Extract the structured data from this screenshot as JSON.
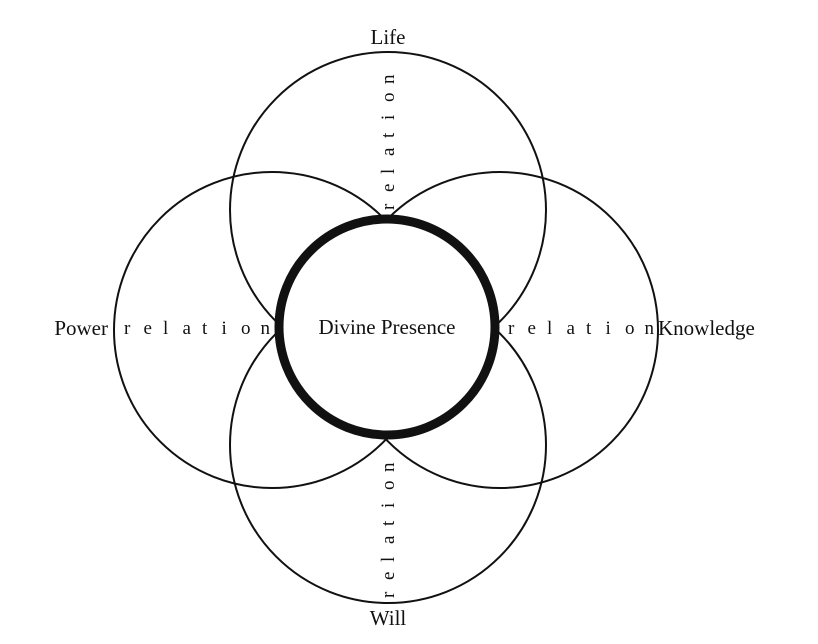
{
  "diagram": {
    "center": {
      "label": "Divine Presence"
    },
    "attributes": {
      "top": "Life",
      "left": "Power",
      "right": "Knowledge",
      "bottom": "Will"
    },
    "connector_label": "relation",
    "colors": {
      "stroke": "#111111",
      "background": "#ffffff"
    }
  }
}
